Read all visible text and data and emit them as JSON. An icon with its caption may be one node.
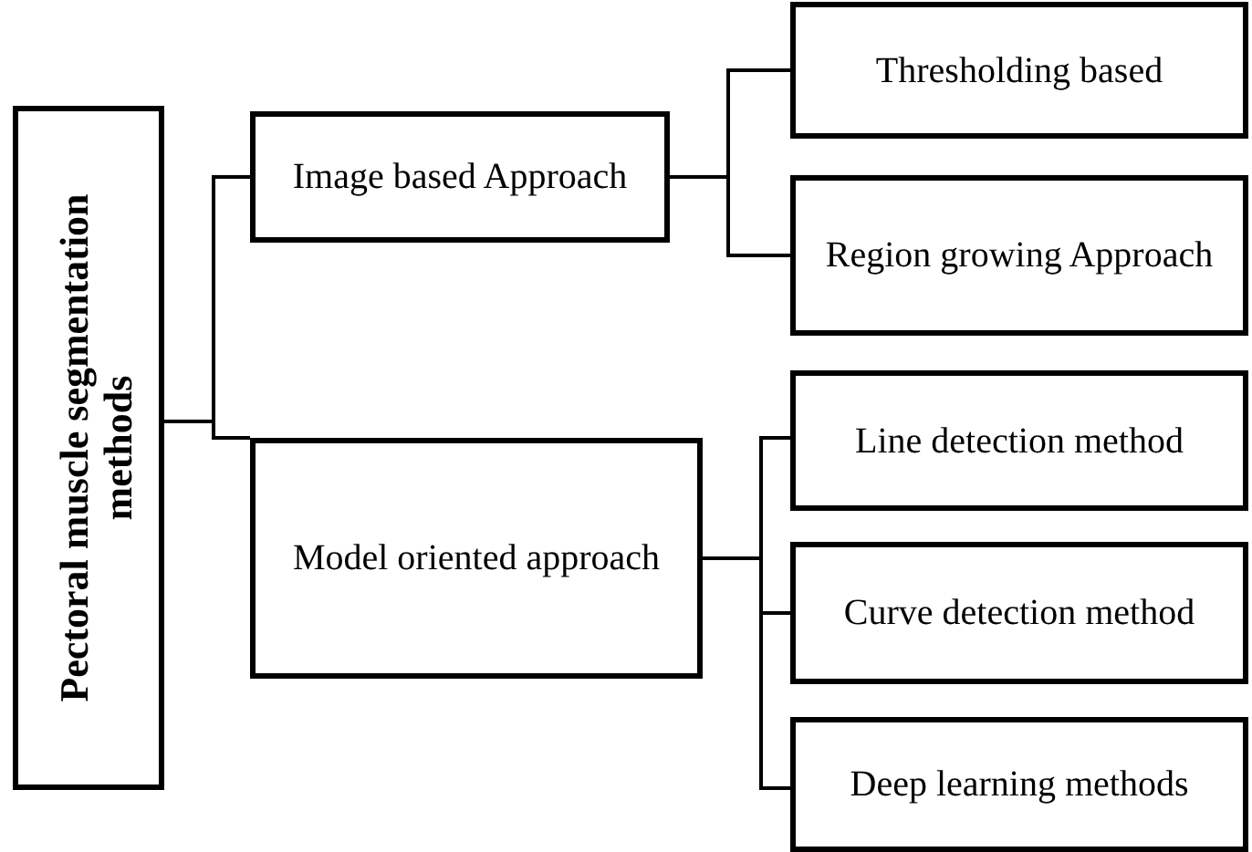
{
  "diagram": {
    "nodes": [
      {
        "text": [
          "Pectoral muscle segmentation methods"
        ]
      },
      {
        "text": [
          "Image based Approach"
        ]
      },
      {
        "text": [
          "Model oriented approach"
        ]
      },
      {
        "text": [
          "Thresholding based"
        ]
      },
      {
        "text": [
          "Region growing Approach"
        ]
      },
      {
        "text": [
          "Line detection method"
        ]
      },
      {
        "text": [
          "Curve detection method"
        ]
      },
      {
        "text": [
          "Deep learning methods"
        ]
      }
    ],
    "edges": [
      {
        "from": 0,
        "to": 1,
        "arrow": "none"
      },
      {
        "from": 0,
        "to": 2,
        "arrow": "none"
      },
      {
        "from": 1,
        "to": 3,
        "arrow": "none"
      },
      {
        "from": 1,
        "to": 4,
        "arrow": "none"
      },
      {
        "from": 2,
        "to": 5,
        "arrow": "none"
      },
      {
        "from": 2,
        "to": 6,
        "arrow": "none"
      },
      {
        "from": 2,
        "to": 7,
        "arrow": "none"
      }
    ]
  }
}
